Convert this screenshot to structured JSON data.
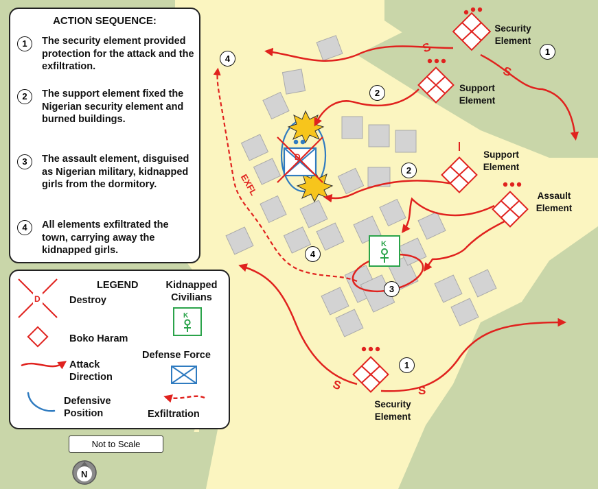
{
  "action_sequence": {
    "title": "ACTION SEQUENCE:",
    "steps": [
      {
        "num": "1",
        "text": "The security element provided protection for the attack and the exfiltration."
      },
      {
        "num": "2",
        "text": "The support element fixed the Nigerian security element and burned buildings."
      },
      {
        "num": "3",
        "text": "The assault element, disguised as Nigerian military, kidnapped girls from the dormitory."
      },
      {
        "num": "4",
        "text": "All elements exfiltrated the town, carrying away the kidnapped girls."
      }
    ]
  },
  "legend": {
    "title": "LEGEND",
    "destroy": "Destroy",
    "boko_haram": "Boko Haram",
    "attack_direction": "Attack Direction",
    "defensive_position": "Defensive Position",
    "kidnapped_civilians": "Kidnapped Civilians",
    "defense_force": "Defense Force",
    "exfiltration": "Exfiltration",
    "destroy_letter": "D",
    "kidnap_letter": "K"
  },
  "scale_note": "Not to Scale",
  "north": "N",
  "map": {
    "exfl_label": "EXFL",
    "security_marker": "S",
    "units": [
      {
        "label": "Security Element",
        "step": "1"
      },
      {
        "label": "Support Element",
        "step": "2"
      },
      {
        "label": "Support Element",
        "step": "2"
      },
      {
        "label": "Assault Element",
        "step": ""
      },
      {
        "label": "Security Element",
        "step": "1"
      }
    ],
    "step_markers": [
      "4",
      "2",
      "2",
      "3",
      "4",
      "1",
      "1"
    ]
  },
  "colors": {
    "enemy_red": "#e0221e",
    "friendly_blue": "#2f7bc0",
    "civilian_green": "#2aa34a",
    "town_yellow": "#fbf5c0",
    "terrain_green": "#c9d6a9",
    "building_gray": "#d3d3d3",
    "explosion": "#f7c51c"
  }
}
